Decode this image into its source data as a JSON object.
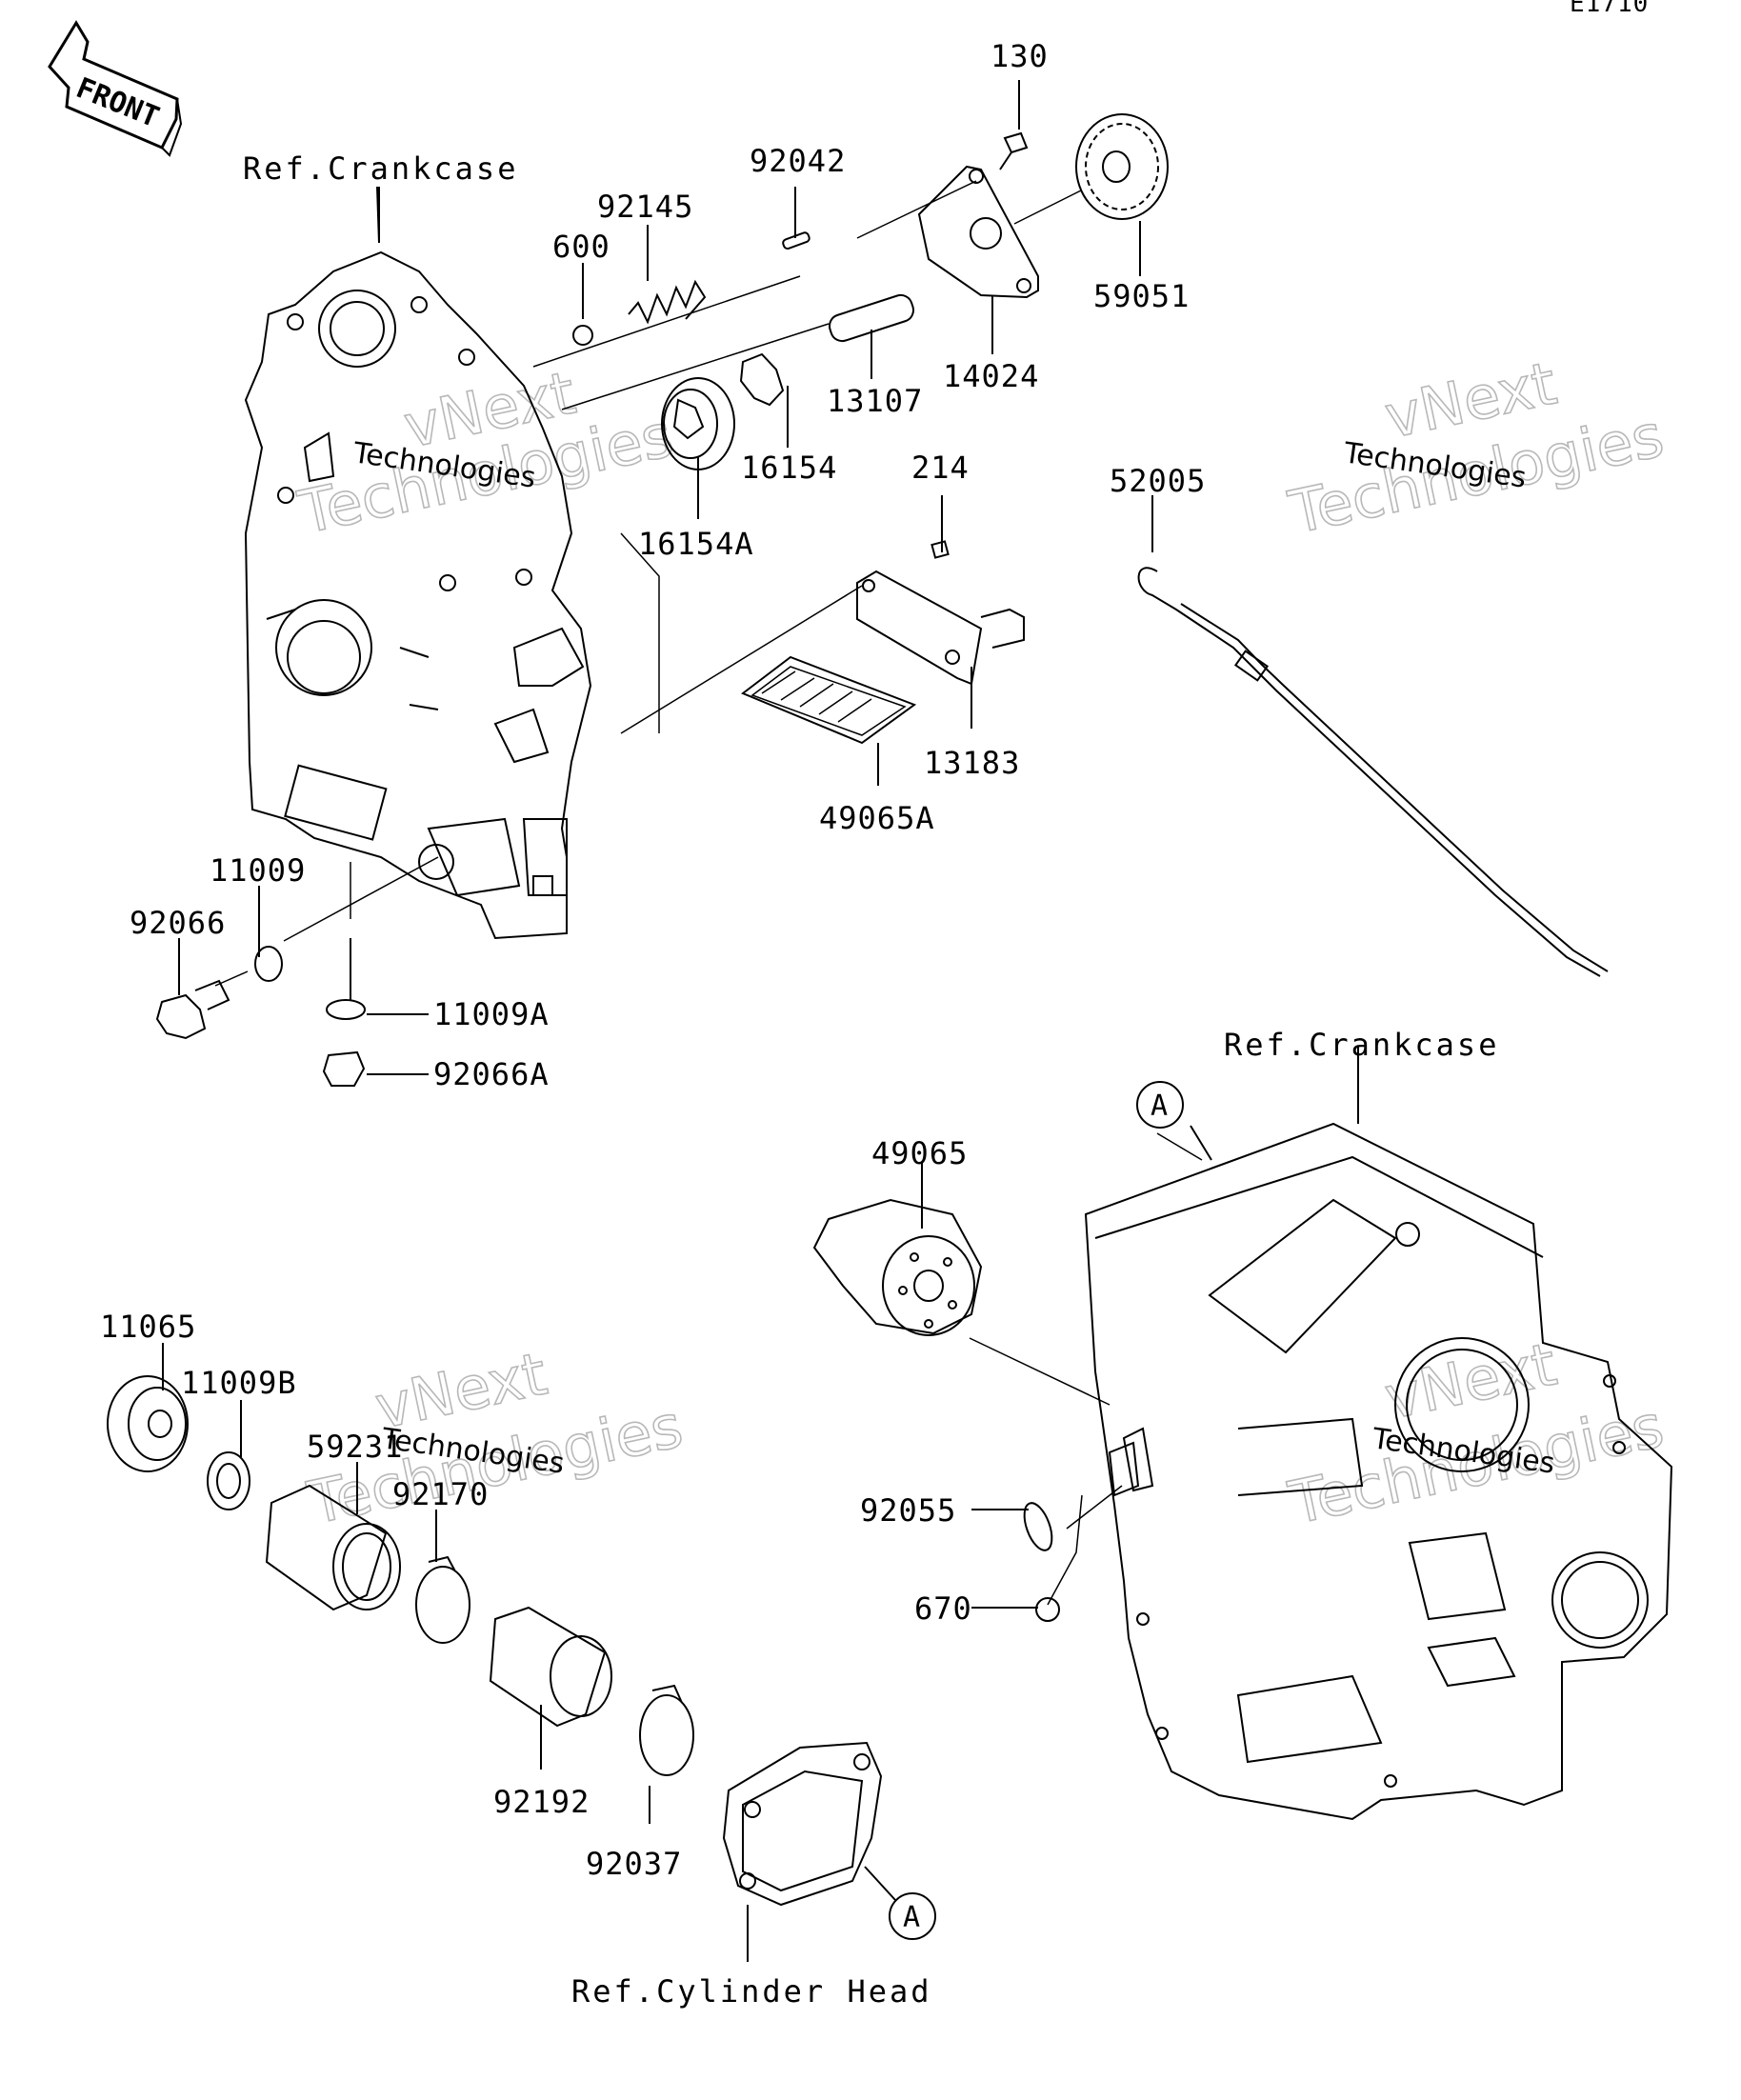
{
  "header": {
    "code": "E1710"
  },
  "front_arrow": {
    "label": "FRONT"
  },
  "references": {
    "crankcase_top": "Ref.Crankcase",
    "crankcase_bottom": "Ref.Crankcase",
    "cylinder_head": "Ref.Cylinder Head"
  },
  "markers": {
    "a_top": "A",
    "a_bottom": "A"
  },
  "parts": {
    "p130": "130",
    "p92042": "92042",
    "p92145": "92145",
    "p600": "600",
    "p59051": "59051",
    "p14024": "14024",
    "p13107": "13107",
    "p16154": "16154",
    "p16154A": "16154A",
    "p214": "214",
    "p52005": "52005",
    "p13183": "13183",
    "p49065A": "49065A",
    "p11009": "11009",
    "p92066": "92066",
    "p11009A": "11009A",
    "p92066A": "92066A",
    "p49065": "49065",
    "p11065": "11065",
    "p11009B": "11009B",
    "p59231": "59231",
    "p92170": "92170",
    "p92055": "92055",
    "p670": "670",
    "p92192": "92192",
    "p92037": "92037"
  },
  "watermark": {
    "line1": "vNext",
    "line2": "Technologies"
  }
}
